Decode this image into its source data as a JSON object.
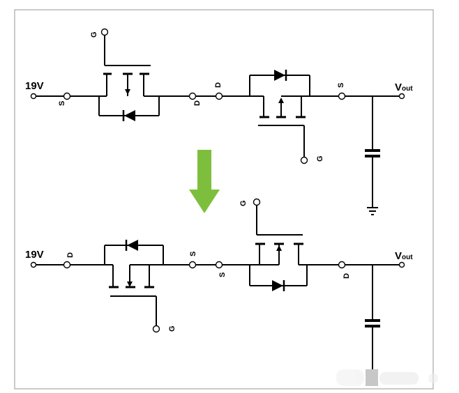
{
  "colors": {
    "frame": "#b8b8b8",
    "arrow": "#7dbf3d",
    "wire": "#000000"
  },
  "top_circuit": {
    "input_label": "19V",
    "output_label": "V",
    "output_subscript": "out",
    "q1": {
      "gate": "G",
      "source": "S",
      "drain": "D"
    },
    "q2": {
      "drain": "D",
      "source": "S",
      "gate": "G"
    }
  },
  "bottom_circuit": {
    "input_label": "19V",
    "output_label": "V",
    "output_subscript": "out",
    "q1": {
      "drain": "D",
      "source": "S",
      "gate": "G"
    },
    "q2": {
      "gate": "G",
      "source": "S",
      "drain": "D"
    }
  },
  "icons": {
    "transform_arrow": "down-arrow-icon",
    "ground": "ground-icon",
    "capacitor": "capacitor-icon"
  }
}
